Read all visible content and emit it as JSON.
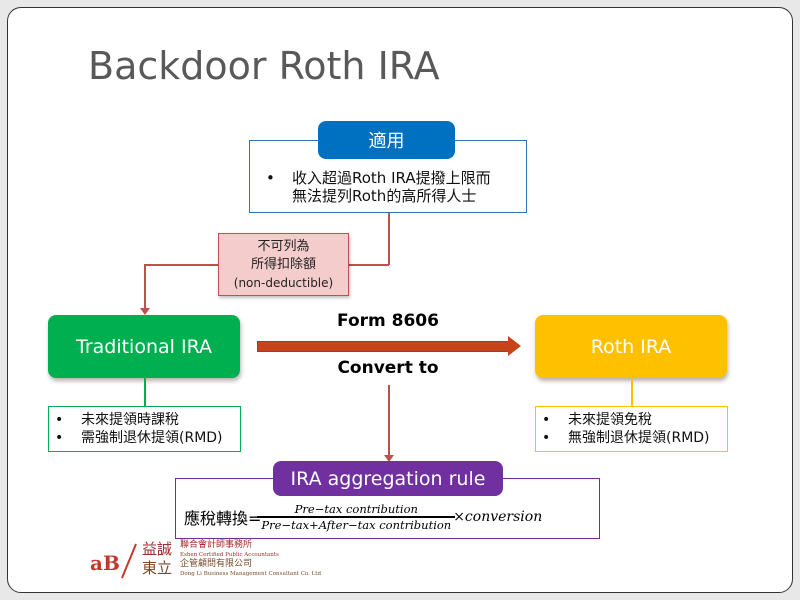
{
  "title": "Backdoor Roth IRA",
  "applicable": {
    "label": "適用",
    "text_line1": "收入超過Roth IRA提撥上限而",
    "text_line2": "無法提列Roth的高所得人士"
  },
  "non_deductible": {
    "line1": "不可列為",
    "line2": "所得扣除額",
    "line3": "(non-deductible)"
  },
  "traditional": {
    "label": "Traditional IRA",
    "bullets": [
      "未來提領時課稅",
      "需強制退休提領(RMD)"
    ]
  },
  "roth": {
    "label": "Roth IRA",
    "bullets": [
      "未來提領免稅",
      "無強制退休提領(RMD)"
    ]
  },
  "arrow": {
    "top_label": "Form 8606",
    "bottom_label": "Convert to"
  },
  "aggregation": {
    "label": "IRA aggregation rule",
    "lhs": "應稅轉換=",
    "numerator": "Pre−tax contribution",
    "denominator": "Pre−tax+After−tax contribution",
    "multiplier": "×conversion"
  },
  "logo": {
    "name1": "益誠",
    "name2": "東立",
    "line1": "聯合會計師事務所",
    "line1_en": "Eshen Certified Public Accountants",
    "line2": "企管顧問有限公司",
    "line2_en": "Dong Li Business Management Consultant Co. Ltd"
  },
  "colors": {
    "blue": "#0070c0",
    "green": "#00b050",
    "yellow": "#ffc000",
    "purple": "#7030a0",
    "arrow": "#c5441a",
    "pink": "#f4cccc"
  }
}
